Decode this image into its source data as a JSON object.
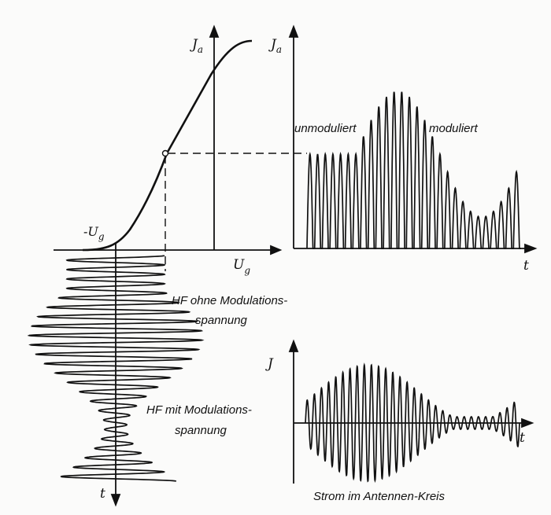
{
  "labels": {
    "tube_ia": "J",
    "tube_ia_sub": "a",
    "tube_ug": "U",
    "tube_ug_sub": "g",
    "tube_neg_ug": "-U",
    "tube_neg_ug_sub": "g",
    "tube_t": "t",
    "anode_ia": "J",
    "anode_ia_sub": "a",
    "anode_t": "t",
    "unmod": "unmoduliert",
    "mod": "moduliert",
    "hf_without_1": "HF ohne Modulations-",
    "hf_without_2": "spannung",
    "hf_with_1": "HF mit Modulations-",
    "hf_with_2": "spannung",
    "antenna_i": "J",
    "antenna_t": "t",
    "antenna_caption": "Strom im Antennen-Kreis"
  },
  "colors": {
    "ink": "#111111",
    "paper": "#fbfbfa"
  }
}
